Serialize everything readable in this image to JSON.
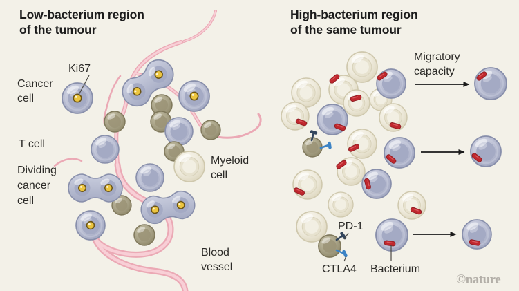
{
  "figure": "Tumour bacterium regions diagram",
  "left_panel": {
    "title": "Low-bacterium region\nof the tumour",
    "labels": {
      "ki67": "Ki67",
      "cancer_cell": "Cancer\ncell",
      "t_cell": "T cell",
      "dividing_cancer_cell": "Dividing\ncancer\ncell",
      "myeloid_cell": "Myeloid\ncell",
      "blood_vessel": "Blood\nvessel"
    }
  },
  "right_panel": {
    "title": "High-bacterium region\nof the same tumour",
    "labels": {
      "migratory_capacity": "Migratory\ncapacity",
      "pd1": "PD-1",
      "ctla4": "CTLA4",
      "bacterium": "Bacterium"
    }
  },
  "watermark": "©nature",
  "colors": {
    "background": "#f3f1e8",
    "cancer_cell_body": "#b9bdd2",
    "cancer_cell_outline": "#888fab",
    "cancer_cell_nucleus": "#a4aac4",
    "ki67_dot": "#ecc53f",
    "t_cell_body": "#a9a388",
    "myeloid_cell_body": "#efebdd",
    "bacterium": "#c0282e",
    "blood_vessel": "#eba9b5",
    "pd1_receptor": "#33455c",
    "ctla4_receptor": "#3c83c5",
    "arrow": "#1a1a1a",
    "label_text": "#2c2b28",
    "watermark": "#b3afa8"
  }
}
